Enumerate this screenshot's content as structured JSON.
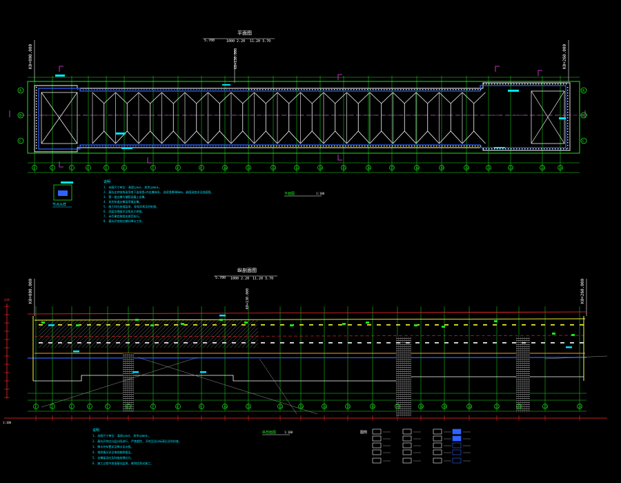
{
  "plan": {
    "top_note_left": "5.700",
    "top_note_mid": "1000 2.20",
    "top_note_right": "11.20 3.70",
    "title": "平面图",
    "scale": "1:100",
    "station_left": "K0+000.000",
    "station_right": "K0+260.000",
    "row_labels": [
      "A",
      "B",
      "C"
    ],
    "col_labels": [
      "1",
      "2",
      "3",
      "4",
      "5",
      "6",
      "7",
      "8",
      "9",
      "10",
      "11",
      "12",
      "13",
      "14",
      "15",
      "16",
      "17",
      "18",
      "19",
      "20",
      "21",
      "22",
      "23",
      "24"
    ]
  },
  "profile": {
    "top_note_left": "5.700",
    "top_note_mid": "1000 2.20",
    "top_note_right": "11.20 3.70",
    "title": "纵剖面图",
    "scale": "1:100",
    "station_left": "K0+000.000",
    "station_right": "K0+260.000",
    "col_labels": [
      "1",
      "2",
      "3",
      "4",
      "5",
      "6",
      "7",
      "8",
      "9",
      "10",
      "11",
      "12",
      "13",
      "14",
      "15",
      "16",
      "17",
      "18",
      "19",
      "20",
      "21",
      "22",
      "23",
      "24"
    ]
  },
  "notes_top": {
    "heading": "说明",
    "lines": [
      "1. 本图尺寸单位: 高程以m计, 其余以mm计。",
      "2. 基坑支护结构采用地下连续墙+内支撑体系, 连续墙厚800mm, 嵌固深度详见剖面图。",
      "3. 第一道支撑为钢筋混凝土支撑。",
      "4. 其余各道支撑采用钢支撑。",
      "5. 施工时应加强监测, 发现异常及时处理。",
      "6. 冠梁及围檩详见相关大样图。",
      "7. 未尽事宜按相关规范执行。",
      "8. 基坑开挖前应做好降水工作。"
    ]
  },
  "notes_bottom": {
    "heading": "说明",
    "lines": [
      "1. 本图尺寸单位: 高程以m计, 其余以mm计。",
      "2. 基坑开挖应分层分段进行, 严禁超挖, 开挖至设计标高后及时封底。",
      "3. 降水井布置详见降水设计图。",
      "4. 地质情况详见地质勘察报告。",
      "5. 支撑架设应及时施加预应力。",
      "6. 施工过程中加强基坑监测, 做到信息化施工。"
    ]
  },
  "legend": {
    "heading": "图例"
  },
  "detail_label": "节点大样",
  "side_scale": "比例",
  "colors": {
    "bg": "#000000",
    "green": "#19e619",
    "blue": "#2f63ff",
    "cyan": "#00e5ff",
    "white": "#ffffff",
    "yellow": "#ffff3c",
    "magenta": "#ff3cff",
    "red": "#ff2a2a",
    "grey": "#9a9a9a"
  }
}
